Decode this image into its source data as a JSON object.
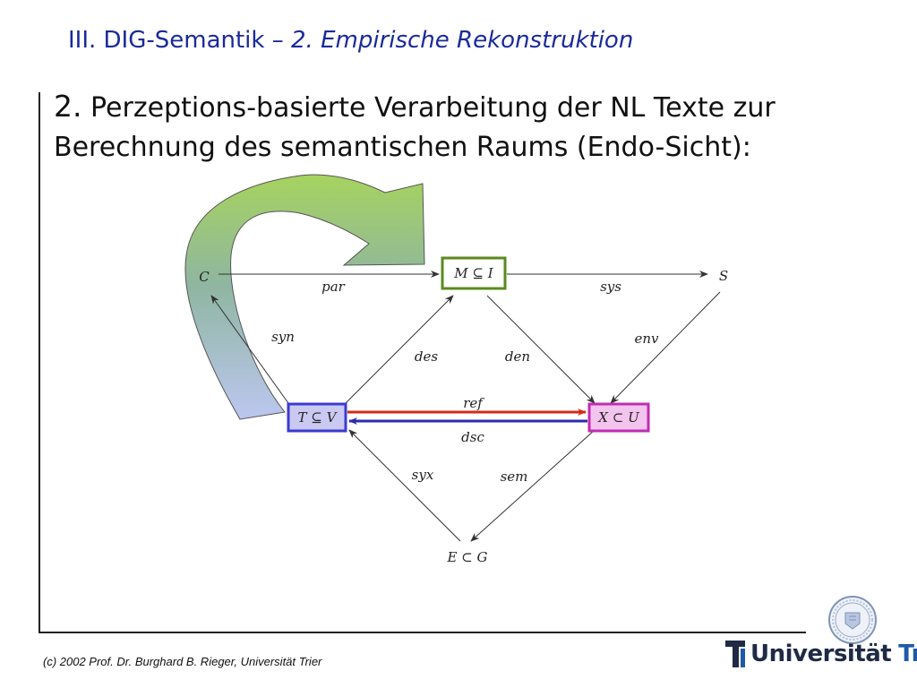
{
  "title": {
    "main": "III. DIG-Semantik – ",
    "sub": "2. Empirische Rekonstruktion"
  },
  "heading": {
    "number": "2.",
    "line1": " Perzeptions-basierte Verarbeitung der NL Texte zur",
    "line2": "Berechnung des semantischen Raums (Endo-Sicht):"
  },
  "diagram": {
    "nodes": {
      "C": "C",
      "MI": "M ⊆ I",
      "S": "S",
      "TV": "T ⊆ V",
      "XU": "X ⊂ U",
      "EG": "E ⊂ G"
    },
    "edges": {
      "par": "par",
      "sys": "sys",
      "syn": "syn",
      "des": "des",
      "den": "den",
      "env": "env",
      "ref": "ref",
      "dsc": "dsc",
      "syx": "syx",
      "sem": "sem"
    },
    "colors": {
      "MI_border": "#5a8a1e",
      "TV_border": "#3b3bd0",
      "TV_fill": "#c9c9f2",
      "XU_border": "#c02db0",
      "XU_fill": "#f3c4ee",
      "ref_arrow": "#d42a1a",
      "dsc_arrow": "#2a2ab0",
      "big_arrow_top": "#a8d460",
      "big_arrow_bottom": "#b9c4ee"
    }
  },
  "footer": {
    "copyright": "(c) 2002  Prof. Dr. Burghard B. Rieger, Universität Trier"
  },
  "logo": {
    "word": "Universität",
    "city": "Trier"
  }
}
